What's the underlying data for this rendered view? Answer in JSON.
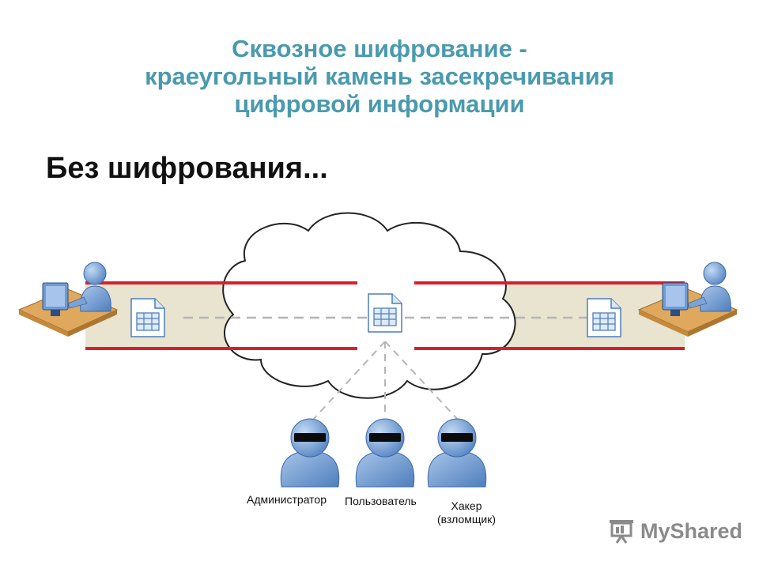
{
  "title": {
    "line1": "Сквозное шифрование -",
    "line2": "краеугольный камень засекречивания",
    "line3": "цифровой информации"
  },
  "subtitle": "Без шифрования...",
  "roles": {
    "admin": "Администратор",
    "user": "Пользователь",
    "hacker_line1": "Хакер",
    "hacker_line2": "(взломщик)"
  },
  "watermark": "MyShared",
  "colors": {
    "title": "#4a9aae",
    "channel": "#e8e4cf",
    "channel_border": "#d8202c",
    "person": "#6e99d0"
  },
  "icons": [
    "workstation-icon",
    "document-icon",
    "cloud-icon",
    "observer-icon",
    "presentation-icon"
  ]
}
